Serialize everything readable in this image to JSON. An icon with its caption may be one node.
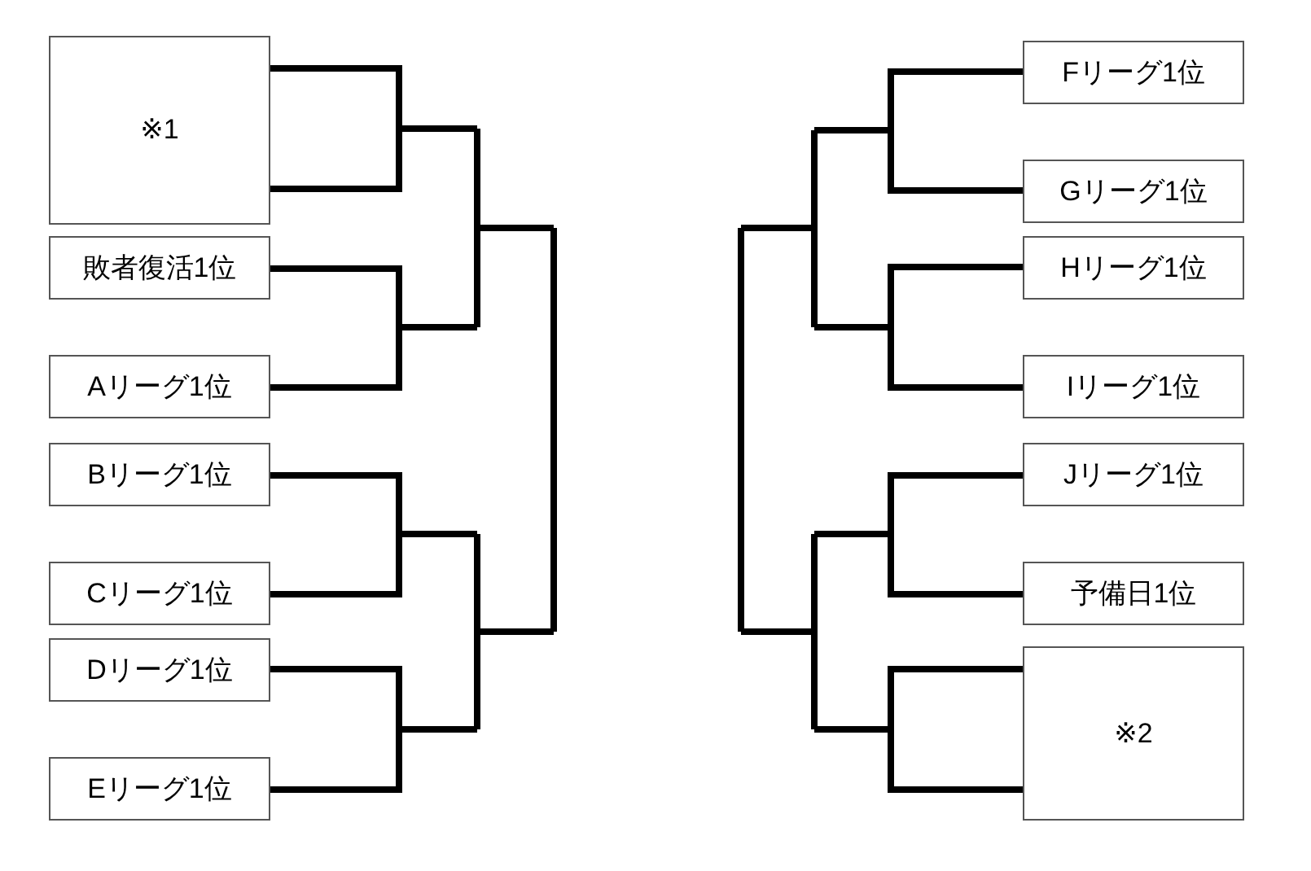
{
  "diagram": {
    "nodes": [
      {
        "text": [
          "※1"
        ]
      },
      {
        "text": [
          "敗者復活1位"
        ]
      },
      {
        "text": [
          "Aリーグ1位"
        ]
      },
      {
        "text": [
          "Bリーグ1位"
        ]
      },
      {
        "text": [
          "Cリーグ1位"
        ]
      },
      {
        "text": [
          "Dリーグ1位"
        ]
      },
      {
        "text": [
          "Eリーグ1位"
        ]
      },
      {
        "text": [
          "Fリーグ1位"
        ]
      },
      {
        "text": [
          "Gリーグ1位"
        ]
      },
      {
        "text": [
          "Hリーグ1位"
        ]
      },
      {
        "text": [
          "Iリーグ1位"
        ]
      },
      {
        "text": [
          "Jリーグ1位"
        ]
      },
      {
        "text": [
          "予備日1位"
        ]
      },
      {
        "text": [
          "※2"
        ]
      }
    ],
    "edges": [
      {
        "from": 0,
        "to": 0,
        "arrow": "none"
      },
      {
        "from": 1,
        "to": 2,
        "arrow": "none"
      },
      {
        "from": 3,
        "to": 4,
        "arrow": "none"
      },
      {
        "from": 5,
        "to": 6,
        "arrow": "none"
      },
      {
        "from": 7,
        "to": 8,
        "arrow": "none"
      },
      {
        "from": 9,
        "to": 10,
        "arrow": "none"
      },
      {
        "from": 11,
        "to": 12,
        "arrow": "none"
      },
      {
        "from": 13,
        "to": 13,
        "arrow": "none"
      }
    ]
  }
}
